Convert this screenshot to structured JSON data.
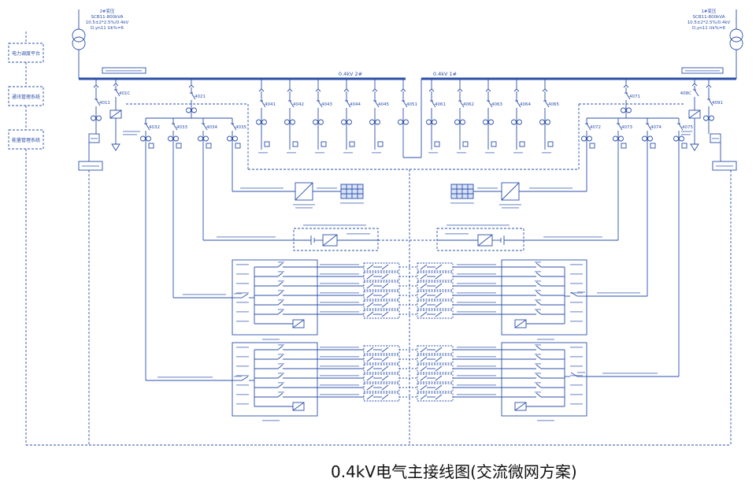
{
  "title": "0.4kV电气主接线图(交流微网方案)",
  "bus": {
    "left_label": "0.4kV 2#",
    "right_label": "0.4kV 1#"
  },
  "transformers": {
    "left": [
      "2#变压",
      "SCB11-800kVA",
      "10.5±2*2.5%/0.4kV",
      "D,yn11 Uk%=6"
    ],
    "right": [
      "1#变压",
      "SCB11-800kVA",
      "10.5±2*2.5%/0.4kV",
      "D,yn11 Uk%=6"
    ]
  },
  "system_panel": [
    "电力调度平台",
    "通讯管理系统",
    "能量管理系统"
  ],
  "feeders_left": [
    "4041",
    "4042",
    "4043",
    "4044",
    "4045",
    "4051"
  ],
  "feeders_right": [
    "4061",
    "4062",
    "4063",
    "4064",
    "4065"
  ],
  "group_left": {
    "main": "4021",
    "subs": [
      "4032",
      "4033",
      "4034",
      "4035"
    ]
  },
  "group_right": {
    "main": "4071",
    "subs": [
      "4072",
      "4073",
      "4074",
      "4075"
    ]
  },
  "incomer_left": {
    "main": "4011",
    "aux": "401C"
  },
  "incomer_right": {
    "main": "4091",
    "aux": "408C"
  },
  "colors": {
    "line": "#2b4fa8",
    "title": "#111111"
  }
}
